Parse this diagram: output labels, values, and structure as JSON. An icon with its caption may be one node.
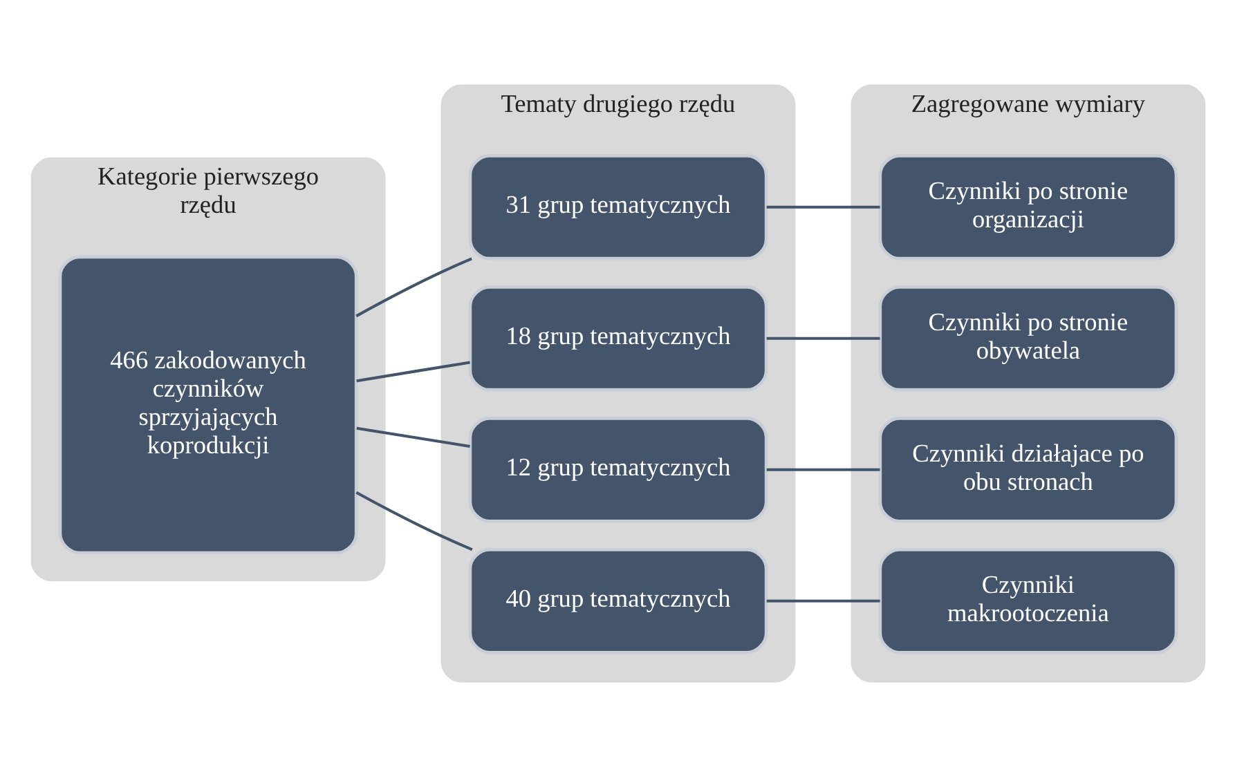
{
  "diagram": {
    "nodes": [
      {
        "text": [
          "Kategorie pierwszego rzędu"
        ]
      },
      {
        "text": [
          "466 zakodowanych czynników sprzyjających koprodukcji"
        ],
        "in": 0
      },
      {
        "text": [
          "Tematy drugiego rzędu"
        ]
      },
      {
        "text": [
          "31 grup tematycznych"
        ],
        "in": 2
      },
      {
        "text": [
          "18 grup tematycznych"
        ],
        "in": 2
      },
      {
        "text": [
          "12 grup tematycznych"
        ],
        "in": 2
      },
      {
        "text": [
          "40 grup tematycznych"
        ],
        "in": 2
      },
      {
        "text": [
          "Zagregowane wymiary"
        ]
      },
      {
        "text": [
          "Czynniki po stronie organizacji"
        ],
        "in": 7
      },
      {
        "text": [
          "Czynniki po stronie obywatela"
        ],
        "in": 7
      },
      {
        "text": [
          "Czynniki działajace po obu stronach"
        ],
        "in": 7
      },
      {
        "text": [
          "Czynniki makrootoczenia"
        ],
        "in": 7
      }
    ],
    "edges": [
      {
        "from": 1,
        "to": 3,
        "arrow": "none"
      },
      {
        "from": 1,
        "to": 4,
        "arrow": "none"
      },
      {
        "from": 1,
        "to": 5,
        "arrow": "none"
      },
      {
        "from": 1,
        "to": 6,
        "arrow": "none"
      },
      {
        "from": 3,
        "to": 8,
        "arrow": "none"
      },
      {
        "from": 4,
        "to": 9,
        "arrow": "none"
      },
      {
        "from": 5,
        "to": 10,
        "arrow": "none"
      },
      {
        "from": 6,
        "to": 11,
        "arrow": "none"
      }
    ]
  }
}
